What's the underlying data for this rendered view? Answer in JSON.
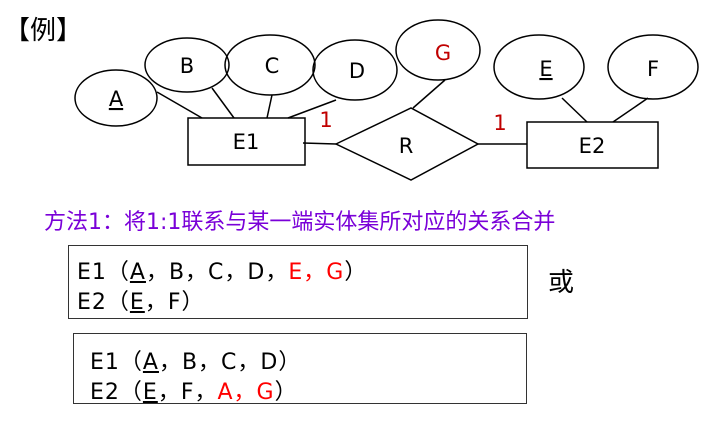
{
  "example_label": "【例】",
  "diagram": {
    "entities": [
      {
        "name": "E1"
      },
      {
        "name": "E2"
      }
    ],
    "relationship": {
      "name": "R"
    },
    "cardinality": {
      "left": "1",
      "right": "1"
    },
    "attributes": {
      "A": "A",
      "B": "B",
      "C": "C",
      "D": "D",
      "G": "G",
      "E": "E",
      "F": "F"
    },
    "colors": {
      "highlight": "#c00000",
      "line": "#000000"
    }
  },
  "method_title": "方法1：将1:1联系与某一端实体集所对应的关系合并",
  "option1": {
    "row1": {
      "prefix": "E1（",
      "key": "A",
      "mid": "，B，C，D，",
      "added": "E，G",
      "suffix": "）"
    },
    "row2": {
      "prefix": "E2（",
      "key": "E",
      "mid": "，F",
      "suffix": "）"
    }
  },
  "or_label": "或",
  "option2": {
    "row1": {
      "prefix": "E1（",
      "key": "A",
      "mid": "，B，C，D",
      "suffix": "）"
    },
    "row2": {
      "prefix": "E2（",
      "key": "E",
      "mid": "，F，",
      "added": "A，G",
      "suffix": "）"
    }
  },
  "colors": {
    "title": "#7a00d8",
    "added": "#ff0000"
  }
}
